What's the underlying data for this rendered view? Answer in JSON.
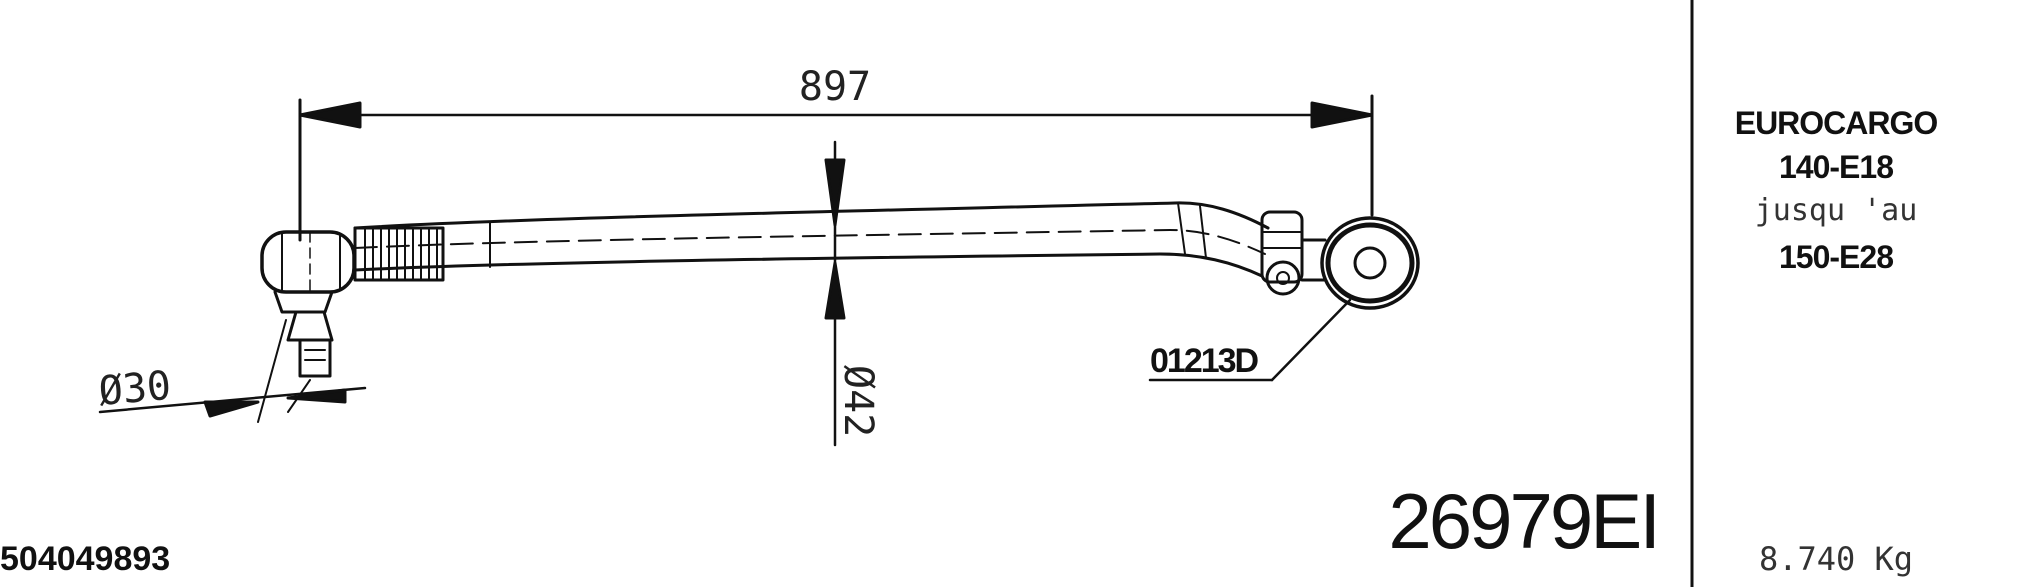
{
  "drawing": {
    "length_dim": "897",
    "ball_pin_dim": "Ø30",
    "tube_dim": "Ø42",
    "callout": "01213D",
    "part_number": "26979EI",
    "oem_reference": "504049893"
  },
  "sidebar": {
    "model": "EUROCARGO",
    "range_from": "140-E18",
    "range_connector": "jusqu 'au",
    "range_to": "150-E28",
    "weight": "8.740 Kg"
  }
}
